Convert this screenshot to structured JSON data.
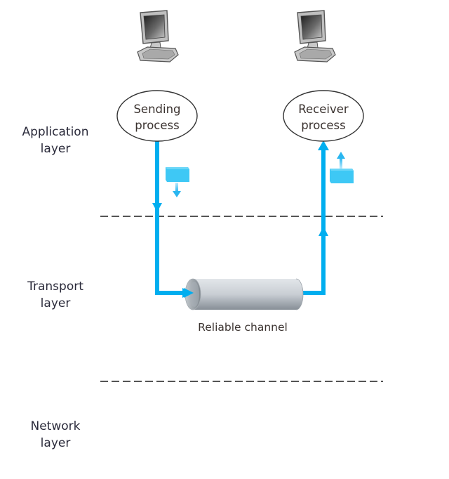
{
  "title": "Reliable data transfer: service model",
  "colors": {
    "flow": "#00aeef",
    "segment": "#3ec8f5",
    "divider": "#555555",
    "ellipse_stroke": "#333333",
    "pipe_light": "#d6dbe0",
    "pipe_dark": "#8e969e"
  },
  "layers": [
    {
      "id": "application",
      "line1": "Application",
      "line2": "layer"
    },
    {
      "id": "transport",
      "line1": "Transport",
      "line2": "layer"
    },
    {
      "id": "network",
      "line1": "Network",
      "line2": "layer"
    }
  ],
  "hosts": [
    {
      "id": "sender",
      "icon": "desktop-computer-icon"
    },
    {
      "id": "receiver",
      "icon": "desktop-computer-icon"
    }
  ],
  "processes": {
    "sender": {
      "line1": "Sending",
      "line2": "process"
    },
    "receiver": {
      "line1": "Receiver",
      "line2": "process"
    }
  },
  "channel": {
    "label": "Reliable channel"
  },
  "arrows": [
    {
      "id": "send-flow",
      "direction": "down-right-into-channel"
    },
    {
      "id": "receive-flow",
      "direction": "out-of-channel-up"
    },
    {
      "id": "data-segment-down",
      "direction": "down"
    },
    {
      "id": "data-segment-up",
      "direction": "up"
    }
  ]
}
